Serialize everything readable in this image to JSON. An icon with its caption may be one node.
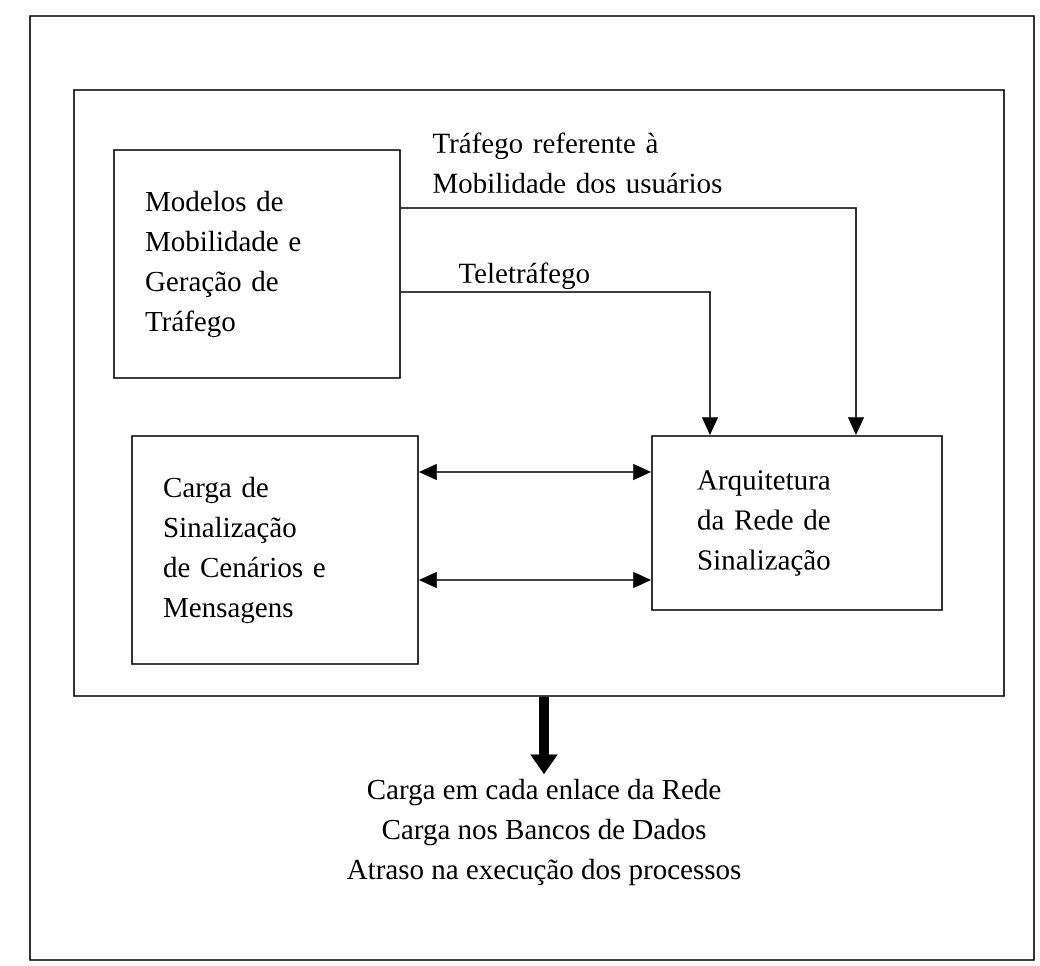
{
  "diagram": {
    "nodes": [
      {
        "text": [],
        "shape": "box"
      },
      {
        "text": [
          "Modelos de Mobilidade e Geração de Tráfego"
        ],
        "in": 0
      },
      {
        "text": [
          "Carga de Sinalização de Cenários e Mensagens"
        ],
        "in": 0
      },
      {
        "text": [
          "Arquitetura da Rede de Sinalização"
        ],
        "in": 0
      },
      {
        "text": [
          "Carga em cada enlace da Rede",
          "Carga nos Bancos de Dados",
          "Atraso na execução dos processos"
        ]
      }
    ],
    "edges": [
      {
        "from": 1,
        "to": 3,
        "arrow": "to",
        "label": "Tráfego referente à Mobilidade dos usuários"
      },
      {
        "from": 1,
        "to": 3,
        "arrow": "to",
        "label": "Teletráfego"
      },
      {
        "from": 2,
        "to": 3,
        "arrow": "both"
      },
      {
        "from": 2,
        "to": 3,
        "arrow": "both"
      },
      {
        "from": 0,
        "to": 4,
        "arrow": "to",
        "style": "thick"
      }
    ]
  }
}
